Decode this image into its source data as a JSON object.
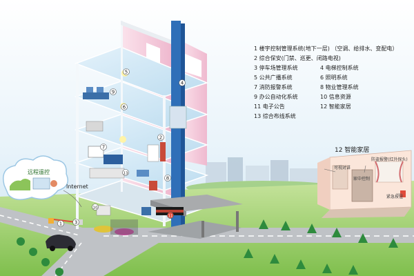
{
  "legend": {
    "items": [
      "1  楼宇控制管理系统(地下一层) （空调、给排水、变配电）",
      "2  综合保安(门禁、巡更、闭路电视)",
      "3  停车场管理系统",
      "4  电梯控制系统",
      "5  公共广播系统",
      "6  照明系统",
      "7  消防报警系统",
      "8  物业管理系统",
      "9  办公自动化系统",
      "10  信息资源",
      "11  电子公告",
      "12  智能家居",
      "13  综合布线系统"
    ]
  },
  "remote": {
    "label": "远程遥控",
    "internet": "Internet"
  },
  "smart_home": {
    "title": "12  智能家居",
    "window_label": "防盗报警(红外探头)",
    "door_label": "可视对讲",
    "room_label": "家中控制",
    "button_label": "紧急按钮"
  },
  "markers": [
    "1",
    "2",
    "3",
    "4",
    "5",
    "6",
    "7",
    "8",
    "9",
    "10",
    "11",
    "12",
    "13"
  ],
  "colors": {
    "pink_wall": "#f2c6d8",
    "elevator": "#2f6fb8",
    "sky": "#cde6f4",
    "grass": "#8cc45a",
    "road": "#b9bcc0"
  }
}
